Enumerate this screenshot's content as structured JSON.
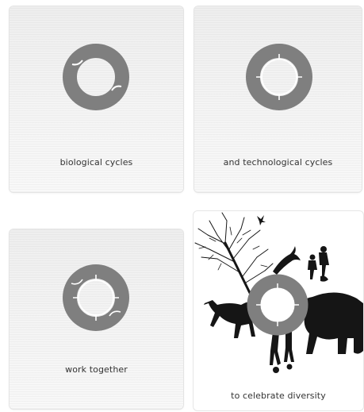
{
  "panels": [
    {
      "caption": "biological cycles"
    },
    {
      "caption": "and technological cycles"
    },
    {
      "caption": "work together"
    },
    {
      "caption": "to celebrate diversity"
    }
  ],
  "colors": {
    "ring": "#7f7f7f",
    "ring_lines": "#ffffff",
    "silhouette": "#151515",
    "caption": "#333333"
  },
  "icons": [
    "cycle-ring-icon",
    "double-cycle-ring-icon",
    "tree-icon",
    "bird-icon",
    "horse-icon",
    "elephant-icon",
    "dolphin-icon",
    "human-figures-icon"
  ]
}
